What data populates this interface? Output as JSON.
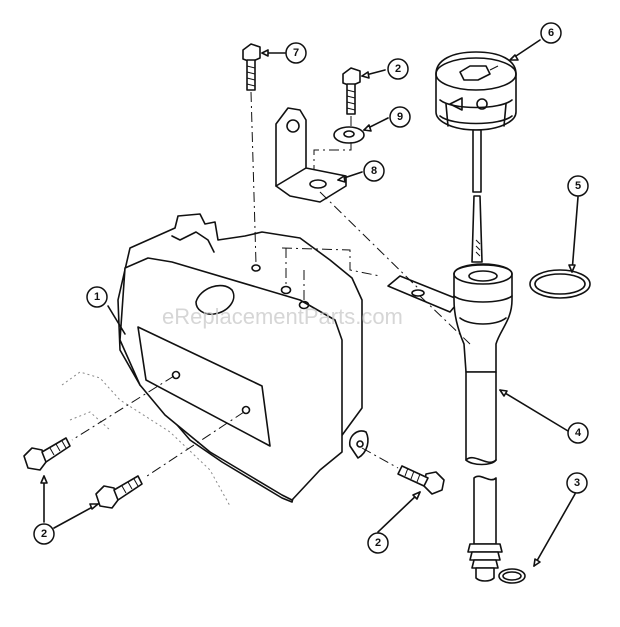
{
  "watermark": "eReplacementParts.com",
  "callouts": [
    {
      "id": "c1",
      "label": "1"
    },
    {
      "id": "c2a",
      "label": "2"
    },
    {
      "id": "c2b",
      "label": "2"
    },
    {
      "id": "c2c",
      "label": "2"
    },
    {
      "id": "c3",
      "label": "3"
    },
    {
      "id": "c4",
      "label": "4"
    },
    {
      "id": "c5",
      "label": "5"
    },
    {
      "id": "c6",
      "label": "6"
    },
    {
      "id": "c7",
      "label": "7"
    },
    {
      "id": "c8",
      "label": "8"
    },
    {
      "id": "c9",
      "label": "9"
    }
  ]
}
